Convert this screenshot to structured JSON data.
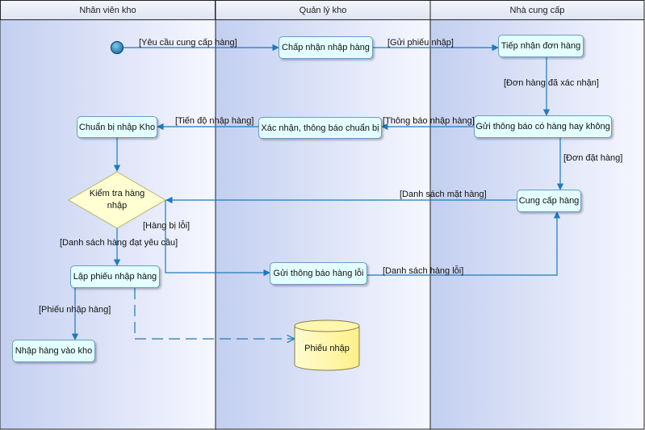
{
  "lanes": [
    "Nhân viên kho",
    "Quản lý kho",
    "Nhà cung cấp"
  ],
  "nodes": {
    "chap_nhan": "Chấp nhận nhập hàng",
    "tiep_nhan": "Tiếp nhận đơn hàng",
    "gui_thong_bao_co_hang": "Gửi thông báo có hàng hay không",
    "xac_nhan": "Xác nhận, thông báo chuẩn bị",
    "chuan_bi": "Chuẩn bị nhập Kho",
    "kiem_tra": "Kiểm tra hàng nhập",
    "cung_cap": "Cung cấp hàng",
    "gui_hang_loi": "Gửi thông báo hàng lỗi",
    "lap_phieu": "Lập phiếu nhập hàng",
    "nhap_hang": "Nhập hàng vào kho",
    "phieu_nhap_store": "Phiếu nhập"
  },
  "labels": {
    "yeu_cau": "[Yêu cầu cung cấp hàng]",
    "gui_phieu": "[Gửi phiếu nhập]",
    "don_hang_xac_nhan": "[Đơn hàng đã xác nhận]",
    "thong_bao_nhap": "[Thông báo nhập hàng]",
    "tien_do": "[Tiến độ nhập hàng]",
    "don_dat_hang": "[Đơn đặt hàng]",
    "danh_sach_mat_hang": "[Danh sách mặt hàng]",
    "hang_bi_loi": "[Hàng bị lỗi]",
    "danh_sach_dat": "[Danh sách hàng đạt yêu cầu]",
    "danh_sach_loi": "[Danh sách hàng lỗi]",
    "phieu_nhap_hang": "[Phiếu nhập hàng]"
  },
  "colors": {
    "lane_bg_start": "#c3cff0",
    "lane_bg_end": "#f6f7ff",
    "node_fill": "#e3ffff",
    "node_border": "#6a9cc8",
    "decision_fill": "#ffffd2",
    "decision_border": "#b4b46e",
    "store_fill": "#fff5a0",
    "edge": "#1c7ac0"
  }
}
